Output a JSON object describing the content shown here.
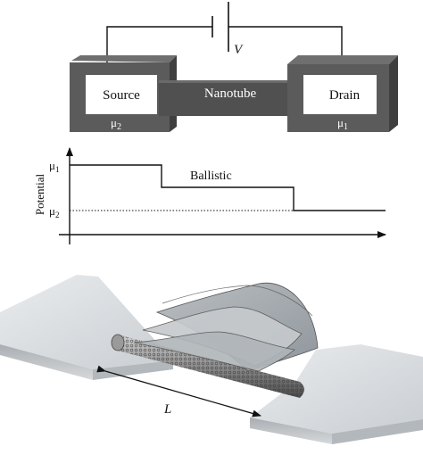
{
  "circuit": {
    "voltage_label": "V",
    "source_label": "Source",
    "drain_label": "Drain",
    "nanotube_label": "Nanotube",
    "source_potential": "μ",
    "source_potential_sub": "2",
    "drain_potential": "μ",
    "drain_potential_sub": "1"
  },
  "potential_plot": {
    "ylabel": "Potential",
    "tick_high": "μ",
    "tick_high_sub": "1",
    "tick_low": "μ",
    "tick_low_sub": "2",
    "curve_label": "Ballistic"
  },
  "device": {
    "length_label": "L"
  }
}
